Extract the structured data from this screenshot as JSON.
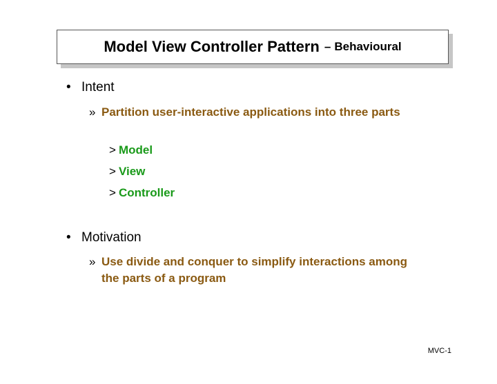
{
  "title": {
    "main": "Model View Controller Pattern",
    "dash": "–",
    "sub": "Behavioural"
  },
  "sections": [
    {
      "bullet": "•",
      "heading": "Intent",
      "sub_marker": "»",
      "sub_text": "Partition user-interactive applications into three parts",
      "items": [
        {
          "marker": ">",
          "text": "Model"
        },
        {
          "marker": ">",
          "text": "View"
        },
        {
          "marker": ">",
          "text": "Controller"
        }
      ]
    },
    {
      "bullet": "•",
      "heading": "Motivation",
      "sub_marker": "»",
      "sub_text": "Use divide and conquer to simplify interactions among the parts of a program"
    }
  ],
  "footer": "MVC-1",
  "colors": {
    "sub_text": "#8a5a12",
    "items": "#1a9a1a"
  }
}
